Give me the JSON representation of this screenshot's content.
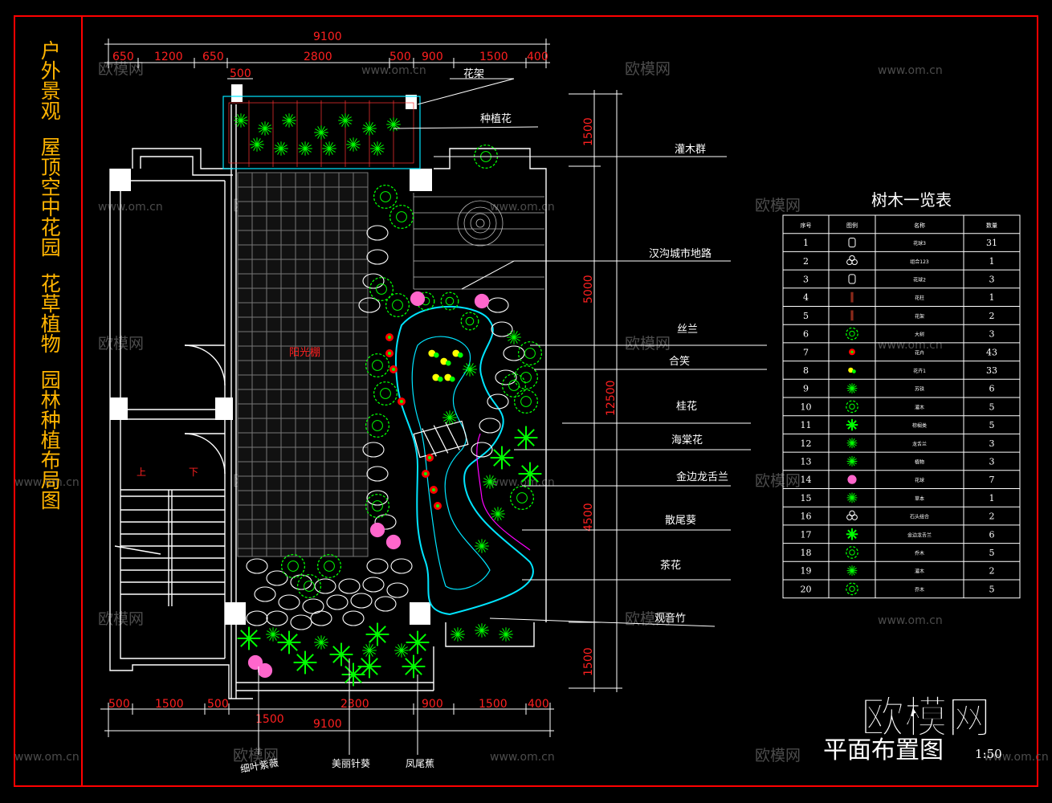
{
  "title_block": {
    "title_lines": [
      "户外景观",
      "屋顶空中花园",
      "花草植物",
      "园林种植布局图"
    ]
  },
  "watermarks": {
    "logo": "欧模网",
    "url": "www.om.cn"
  },
  "dimensions": {
    "top_total": "9100",
    "top_segments": [
      "650",
      "1200",
      "650",
      "2800",
      "500",
      "900",
      "1500",
      "400"
    ],
    "top_small": "500",
    "bottom_total": "9100",
    "bottom_segments": [
      "500",
      "1500",
      "500",
      "2300",
      "900",
      "1500",
      "400"
    ],
    "bottom_small": "1500",
    "right_segments": [
      "1500",
      "5000",
      "4500",
      "1500"
    ],
    "right_total": "12500"
  },
  "plan_labels": {
    "center": "阳光棚",
    "stair_up": "上",
    "stair_down": "下"
  },
  "right_callouts": [
    "花架",
    "种植花",
    "灌木群",
    "汉沟城市地路",
    "丝兰",
    "合笑",
    "桂花",
    "海棠花",
    "金边龙舌兰",
    "散尾葵",
    "茶花",
    "观音竹"
  ],
  "bottom_callouts": [
    "细叶紫薇",
    "美丽针葵",
    "凤尾蕉"
  ],
  "plant_table": {
    "title": "树木一览表",
    "headers": [
      "序号",
      "图例",
      "名称",
      "数量"
    ],
    "rows": [
      {
        "no": "1",
        "name": "花球3",
        "qty": "31",
        "icon": "rock-icon"
      },
      {
        "no": "2",
        "name": "组合123",
        "qty": "1",
        "icon": "stone-cluster-icon"
      },
      {
        "no": "3",
        "name": "花球2",
        "qty": "3",
        "icon": "rock-icon"
      },
      {
        "no": "4",
        "name": "花柱",
        "qty": "1",
        "icon": "post-icon"
      },
      {
        "no": "5",
        "name": "花架",
        "qty": "2",
        "icon": "post-icon"
      },
      {
        "no": "6",
        "name": "大树",
        "qty": "3",
        "icon": "tree-icon"
      },
      {
        "no": "7",
        "name": "花卉",
        "qty": "43",
        "icon": "red-flower-icon"
      },
      {
        "no": "8",
        "name": "花卉1",
        "qty": "33",
        "icon": "yellow-flower-icon"
      },
      {
        "no": "9",
        "name": "苏铁",
        "qty": "6",
        "icon": "shrub-icon"
      },
      {
        "no": "10",
        "name": "灌木",
        "qty": "5",
        "icon": "tree-icon"
      },
      {
        "no": "11",
        "name": "棕榈类",
        "qty": "5",
        "icon": "palm-icon"
      },
      {
        "no": "12",
        "name": "龙舌兰",
        "qty": "3",
        "icon": "shrub-icon"
      },
      {
        "no": "13",
        "name": "植物",
        "qty": "3",
        "icon": "shrub-icon"
      },
      {
        "no": "14",
        "name": "花球",
        "qty": "7",
        "icon": "pink-flower-icon"
      },
      {
        "no": "15",
        "name": "草本",
        "qty": "1",
        "icon": "shrub-icon"
      },
      {
        "no": "16",
        "name": "石头组合",
        "qty": "2",
        "icon": "stone-cluster-icon"
      },
      {
        "no": "17",
        "name": "金边龙舌兰",
        "qty": "6",
        "icon": "palm-icon"
      },
      {
        "no": "18",
        "name": "乔木",
        "qty": "5",
        "icon": "tree-icon"
      },
      {
        "no": "19",
        "name": "灌木",
        "qty": "2",
        "icon": "shrub-icon"
      },
      {
        "no": "20",
        "name": "乔木",
        "qty": "5",
        "icon": "tree-icon"
      }
    ]
  },
  "drawing_caption": {
    "logo": "欧模网",
    "title": "平面布置图",
    "scale": "1:50"
  },
  "colors": {
    "frame": "#ff0000",
    "dimension": "#ffffff",
    "dim_text_red": "#ff2020",
    "plant_green": "#00ff00",
    "path_cyan": "#00e5ff",
    "flower_red": "#ff0000",
    "flower_pink": "#ff66cc",
    "title_orange": "#ffb400"
  }
}
